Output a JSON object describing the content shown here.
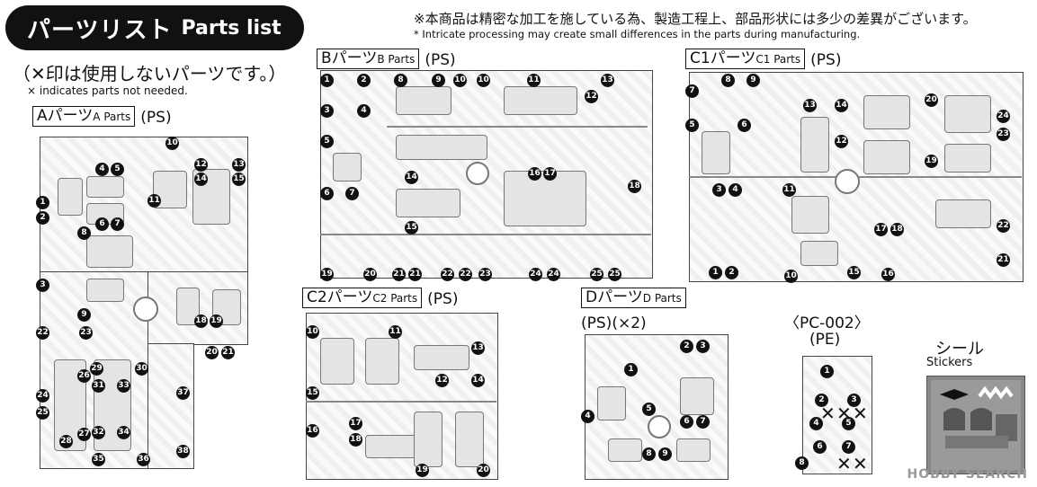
{
  "header": {
    "title_jp": "パーツリスト",
    "title_en": "Parts list",
    "note_jp": "※本商品は精密な加工を施している為、製造工程上、部品形状には多少の差異がございます。",
    "note_en": "* Intricate processing may create small differences in the parts during manufacturing.",
    "x_note_jp": "（✕印は使用しないパーツです。）",
    "x_note_en": "× indicates parts not needed."
  },
  "sections": {
    "a": {
      "label_jp": "Aパーツ",
      "label_en": "A Parts",
      "material": "(PS)"
    },
    "b": {
      "label_jp": "Bパーツ",
      "label_en": "B Parts",
      "material": "(PS)"
    },
    "c1": {
      "label_jp": "C1パーツ",
      "label_en": "C1 Parts",
      "material": "(PS)"
    },
    "c2": {
      "label_jp": "C2パーツ",
      "label_en": "C2 Parts",
      "material": "(PS)"
    },
    "d": {
      "label_jp": "Dパーツ",
      "label_en": "D Parts",
      "material": "(PS)",
      "quantity": "(×2)"
    },
    "pc": {
      "label": "〈PC-002〉",
      "material": "(PE)"
    },
    "stickers": {
      "label_jp": "シール",
      "label_en": "Stickers"
    }
  },
  "numbers": {
    "a": [
      "1",
      "2",
      "3",
      "4",
      "5",
      "6",
      "7",
      "8",
      "9",
      "10",
      "11",
      "12",
      "13",
      "14",
      "15",
      "18",
      "19",
      "20",
      "21",
      "22",
      "23",
      "24",
      "25",
      "26",
      "27",
      "28",
      "29",
      "30",
      "31",
      "32",
      "33",
      "34",
      "35",
      "36",
      "37",
      "38"
    ],
    "b": [
      "1",
      "2",
      "3",
      "4",
      "5",
      "6",
      "7",
      "8",
      "9",
      "10",
      "10",
      "11",
      "12",
      "13",
      "14",
      "15",
      "16",
      "17",
      "18",
      "19",
      "20",
      "21",
      "21",
      "22",
      "22",
      "23",
      "24",
      "24",
      "25",
      "25"
    ],
    "c1": [
      "1",
      "2",
      "3",
      "4",
      "5",
      "6",
      "7",
      "8",
      "9",
      "10",
      "11",
      "12",
      "13",
      "14",
      "15",
      "16",
      "17",
      "18",
      "19",
      "20",
      "21",
      "22",
      "23",
      "24"
    ],
    "c2": [
      "10",
      "11",
      "12",
      "13",
      "14",
      "15",
      "16",
      "17",
      "18",
      "19",
      "20"
    ],
    "d": [
      "1",
      "2",
      "3",
      "4",
      "5",
      "6",
      "7",
      "8",
      "9"
    ],
    "pc": [
      "1",
      "2",
      "3",
      "4",
      "5",
      "6",
      "7",
      "8"
    ]
  },
  "watermark": "HOBBY SEARCH"
}
